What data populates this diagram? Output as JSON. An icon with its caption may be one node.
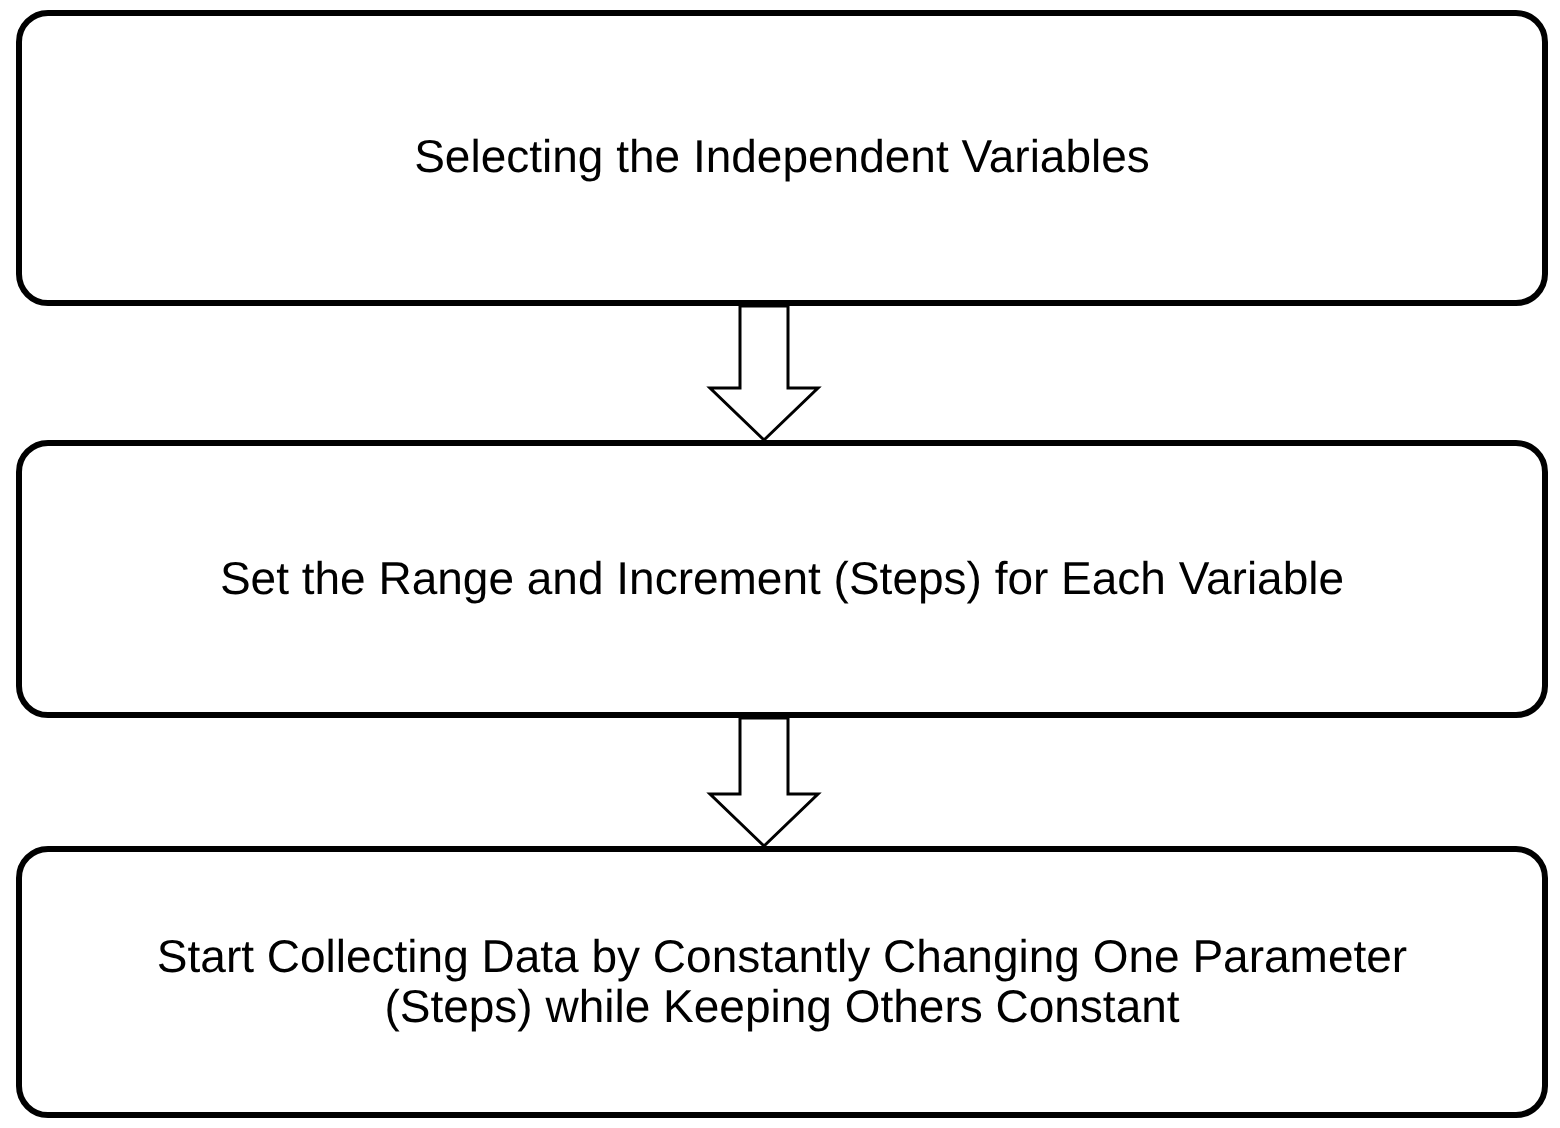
{
  "diagram": {
    "nodes": [
      {
        "text": [
          "Selecting the Independent Variables"
        ]
      },
      {
        "text": [
          "Set the Range and Increment (Steps) for Each Variable"
        ]
      },
      {
        "text": [
          "Start Collecting Data by Constantly Changing One Parameter (Steps) while Keeping Others Constant"
        ]
      }
    ],
    "edges": [
      {
        "from": 0,
        "to": 1,
        "arrow": "to"
      },
      {
        "from": 1,
        "to": 2,
        "arrow": "to"
      }
    ]
  }
}
